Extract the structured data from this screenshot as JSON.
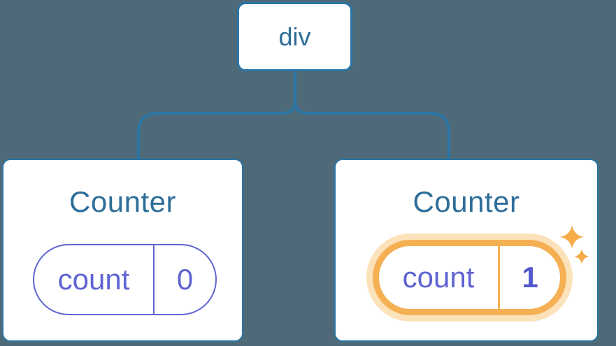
{
  "colors": {
    "background": "#4e6a78",
    "line_blue": "#2b76a6",
    "title_blue": "#2d6e99",
    "purple": "#5f64d2",
    "value_purple": "#5257cd",
    "orange": "#f6b054",
    "orange_glow": "#fbe2ba",
    "sparkle": "#f5ab47",
    "card_bg": "#ffffff"
  },
  "tree": {
    "root": {
      "label": "div"
    },
    "children": [
      {
        "title": "Counter",
        "state": {
          "key": "count",
          "value": "0"
        },
        "highlighted": false
      },
      {
        "title": "Counter",
        "state": {
          "key": "count",
          "value": "1"
        },
        "highlighted": true
      }
    ]
  },
  "icons": {
    "sparkles": "sparkles-icon"
  }
}
